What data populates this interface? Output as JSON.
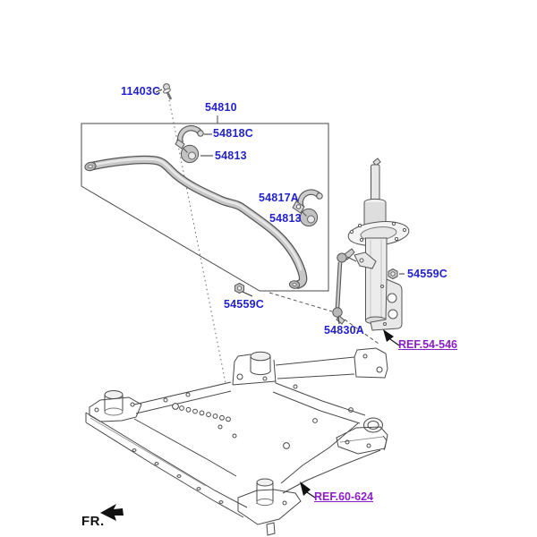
{
  "diagram": {
    "title_hint": "front stabilizer bar parts diagram",
    "colors": {
      "part_label": "#2323ce",
      "ref_link": "#8a1fc8",
      "line_art": "#4a4a4a",
      "background": "#ffffff"
    },
    "part_labels": [
      {
        "key": "11403C",
        "text": "11403C"
      },
      {
        "key": "54810",
        "text": "54810"
      },
      {
        "key": "54818C",
        "text": "54818C"
      },
      {
        "key": "54813-upper",
        "text": "54813"
      },
      {
        "key": "54817A",
        "text": "54817A"
      },
      {
        "key": "54813-lower",
        "text": "54813"
      },
      {
        "key": "54559C-right",
        "text": "54559C"
      },
      {
        "key": "54559C-left",
        "text": "54559C"
      },
      {
        "key": "54830A",
        "text": "54830A"
      }
    ],
    "ref_links": [
      {
        "key": "ref-54-546",
        "text": "REF.54-546"
      },
      {
        "key": "ref-60-624",
        "text": "REF.60-624"
      }
    ],
    "fr_label": {
      "text": "FR."
    }
  }
}
